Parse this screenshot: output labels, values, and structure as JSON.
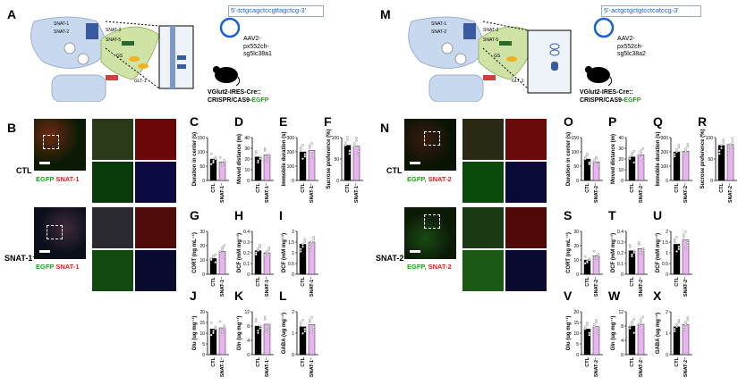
{
  "panels": {
    "A": "A",
    "B": "B",
    "C": "C",
    "D": "D",
    "E": "E",
    "F": "F",
    "G": "G",
    "H": "H",
    "I": "I",
    "J": "J",
    "K": "K",
    "L": "L",
    "M": "M",
    "N": "N",
    "O": "O",
    "P": "P",
    "Q": "Q",
    "R": "R",
    "S": "S",
    "T": "T",
    "U": "U",
    "V": "V",
    "W": "W",
    "X": "X"
  },
  "left": {
    "sequence": "5'-tctgcagctccgttagctcg-3'",
    "aav_lines": [
      "AAV2-",
      "px552ch-",
      "sg5lc38a1"
    ],
    "mouse_line1": "VGlut2-IRES-Cre::",
    "mouse_line2_prefix": "CRISPR/CAS9-",
    "mouse_line2_egfp": "EGFP",
    "group_ctl": "CTL",
    "group_ko": "SNAT-1⁻",
    "stain_egfp": "EGFP",
    "stain_marker": "SNAT-1",
    "schematic_labels": [
      "SNAT-1",
      "SNAT-2",
      "SNAT-3",
      "SNAT-5",
      "GS",
      "GLT-1"
    ]
  },
  "right": {
    "sequence": "5'-actgctgctgtcctcatccg-3'",
    "aav_lines": [
      "AAV2-",
      "px552ch-",
      "sg5lc38a2"
    ],
    "mouse_line1": "VGlut2-IRES-Cre::",
    "mouse_line2_prefix": "CRISPR/CAS9-",
    "mouse_line2_egfp": "EGFP",
    "group_ctl": "CTL",
    "group_ko": "SNAT-2⁻",
    "stain_egfp": "EGFP,",
    "stain_marker": "SNAT-2",
    "schematic_labels": [
      "SNAT-1",
      "SNAT-2",
      "SNAT-3",
      "SNAT-5",
      "GS",
      "GLT-1"
    ]
  },
  "colors": {
    "ctl_bar": "#000000",
    "ko_bar": "#e8b4f0",
    "egfp": "#1aa51a",
    "marker": "#e02020",
    "sequence": "#1a5fd6"
  },
  "chart_data": [
    {
      "id": "C",
      "type": "bar",
      "ylabel": "Duration in center (s)",
      "categories": [
        "CTL",
        "SNAT-1⁻"
      ],
      "values": [
        75,
        65
      ],
      "yticks": [
        0,
        50,
        100,
        150
      ],
      "ylim": [
        0,
        150
      ]
    },
    {
      "id": "D",
      "type": "bar",
      "ylabel": "Moved distance (m)",
      "categories": [
        "CTL",
        "SNAT-1⁻"
      ],
      "values": [
        22,
        24
      ],
      "yticks": [
        0,
        10,
        20,
        30,
        40
      ],
      "ylim": [
        0,
        40
      ]
    },
    {
      "id": "E",
      "type": "bar",
      "ylabel": "Immobile duration (s)",
      "categories": [
        "CTL",
        "SNAT-1⁻"
      ],
      "values": [
        200,
        210
      ],
      "yticks": [
        0,
        100,
        200,
        300
      ],
      "ylim": [
        0,
        300
      ]
    },
    {
      "id": "F",
      "type": "bar",
      "ylabel": "Sucrose preference (%)",
      "categories": [
        "CTL",
        "SNAT-1⁻"
      ],
      "values": [
        82,
        80
      ],
      "yticks": [
        0,
        50,
        100
      ],
      "ylim": [
        0,
        100
      ]
    },
    {
      "id": "G",
      "type": "bar",
      "ylabel": "CORT (ng mL⁻¹)",
      "categories": [
        "CTL",
        "SNAT-1⁻"
      ],
      "values": [
        11,
        16
      ],
      "yticks": [
        0,
        10,
        20,
        30
      ],
      "ylim": [
        0,
        30
      ]
    },
    {
      "id": "H",
      "type": "bar",
      "ylabel": "DCF (mM mg⁻¹)",
      "categories": [
        "CTL",
        "SNAT-1⁻"
      ],
      "values": [
        0.22,
        0.2
      ],
      "yticks": [
        0.0,
        0.1,
        0.2,
        0.3,
        0.4
      ],
      "ylim": [
        0,
        0.4
      ]
    },
    {
      "id": "I",
      "type": "bar",
      "ylabel": "DCF (mM mg⁻¹)",
      "categories": [
        "CTL",
        "SNAT-1⁻"
      ],
      "values": [
        1.4,
        1.5
      ],
      "yticks": [
        0.0,
        0.5,
        1.0,
        1.5,
        2.0
      ],
      "ylim": [
        0,
        2
      ]
    },
    {
      "id": "J",
      "type": "bar",
      "ylabel": "Glu (ug mg⁻¹)",
      "categories": [
        "CTL",
        "SNAT-1⁻"
      ],
      "values": [
        12,
        12.5
      ],
      "yticks": [
        0,
        5,
        10,
        15,
        20
      ],
      "ylim": [
        0,
        20
      ]
    },
    {
      "id": "K",
      "type": "bar",
      "ylabel": "Gln (ug mg⁻¹)",
      "categories": [
        "CTL",
        "SNAT-1⁻"
      ],
      "values": [
        8,
        8.5
      ],
      "yticks": [
        0,
        4,
        8,
        12
      ],
      "ylim": [
        0,
        12
      ]
    },
    {
      "id": "L",
      "type": "bar",
      "ylabel": "GABA (ug mg⁻¹)",
      "categories": [
        "CTL",
        "SNAT-1⁻"
      ],
      "values": [
        1.3,
        1.4
      ],
      "yticks": [
        0,
        1,
        2
      ],
      "ylim": [
        0,
        2
      ]
    },
    {
      "id": "O",
      "type": "bar",
      "ylabel": "Duration in center (s)",
      "categories": [
        "CTL",
        "SNAT-2⁻"
      ],
      "values": [
        75,
        65
      ],
      "yticks": [
        0,
        50,
        100,
        150
      ],
      "ylim": [
        0,
        150
      ]
    },
    {
      "id": "P",
      "type": "bar",
      "ylabel": "Moved distance (m)",
      "categories": [
        "CTL",
        "SNAT-2⁻"
      ],
      "values": [
        22,
        24
      ],
      "yticks": [
        0,
        10,
        20,
        30,
        40
      ],
      "ylim": [
        0,
        40
      ]
    },
    {
      "id": "Q",
      "type": "bar",
      "ylabel": "Immobile duration (s)",
      "categories": [
        "CTL",
        "SNAT-2⁻"
      ],
      "values": [
        200,
        205
      ],
      "yticks": [
        0,
        100,
        200,
        300
      ],
      "ylim": [
        0,
        300
      ]
    },
    {
      "id": "R",
      "type": "bar",
      "ylabel": "Sucrose preference (%)",
      "categories": [
        "CTL",
        "SNAT-2⁻"
      ],
      "values": [
        82,
        84
      ],
      "yticks": [
        0,
        50,
        100
      ],
      "ylim": [
        0,
        100
      ]
    },
    {
      "id": "S",
      "type": "bar",
      "ylabel": "CORT (ng mL⁻¹)",
      "categories": [
        "CTL",
        "SNAT-2⁻"
      ],
      "values": [
        10,
        13
      ],
      "yticks": [
        0,
        10,
        20,
        30
      ],
      "ylim": [
        0,
        30
      ]
    },
    {
      "id": "T",
      "type": "bar",
      "ylabel": "DCF (mM mg⁻¹)",
      "categories": [
        "CTL",
        "SNAT-2⁻"
      ],
      "values": [
        0.22,
        0.24
      ],
      "yticks": [
        0.0,
        0.1,
        0.2,
        0.3,
        0.4
      ],
      "ylim": [
        0,
        0.4
      ]
    },
    {
      "id": "U",
      "type": "bar",
      "ylabel": "DCF (mM mg⁻¹)",
      "categories": [
        "CTL",
        "SNAT-2⁻"
      ],
      "values": [
        1.4,
        1.6
      ],
      "yticks": [
        0.0,
        0.5,
        1.0,
        1.5,
        2.0
      ],
      "ylim": [
        0,
        2
      ]
    },
    {
      "id": "V",
      "type": "bar",
      "ylabel": "Glu (ug mg⁻¹)",
      "categories": [
        "CTL",
        "SNAT-2⁻"
      ],
      "values": [
        12,
        13
      ],
      "yticks": [
        0,
        5,
        10,
        15,
        20
      ],
      "ylim": [
        0,
        20
      ]
    },
    {
      "id": "W",
      "type": "bar",
      "ylabel": "Gln (ug mg⁻¹)",
      "categories": [
        "CTL",
        "SNAT-2⁻"
      ],
      "values": [
        8,
        8.5
      ],
      "yticks": [
        0,
        4,
        8,
        12
      ],
      "ylim": [
        0,
        12
      ]
    },
    {
      "id": "X",
      "type": "bar",
      "ylabel": "GABA (ug mg⁻¹)",
      "categories": [
        "CTL",
        "SNAT-2⁻"
      ],
      "values": [
        1.3,
        1.4
      ],
      "yticks": [
        0,
        1,
        2
      ],
      "ylim": [
        0,
        2
      ]
    }
  ]
}
